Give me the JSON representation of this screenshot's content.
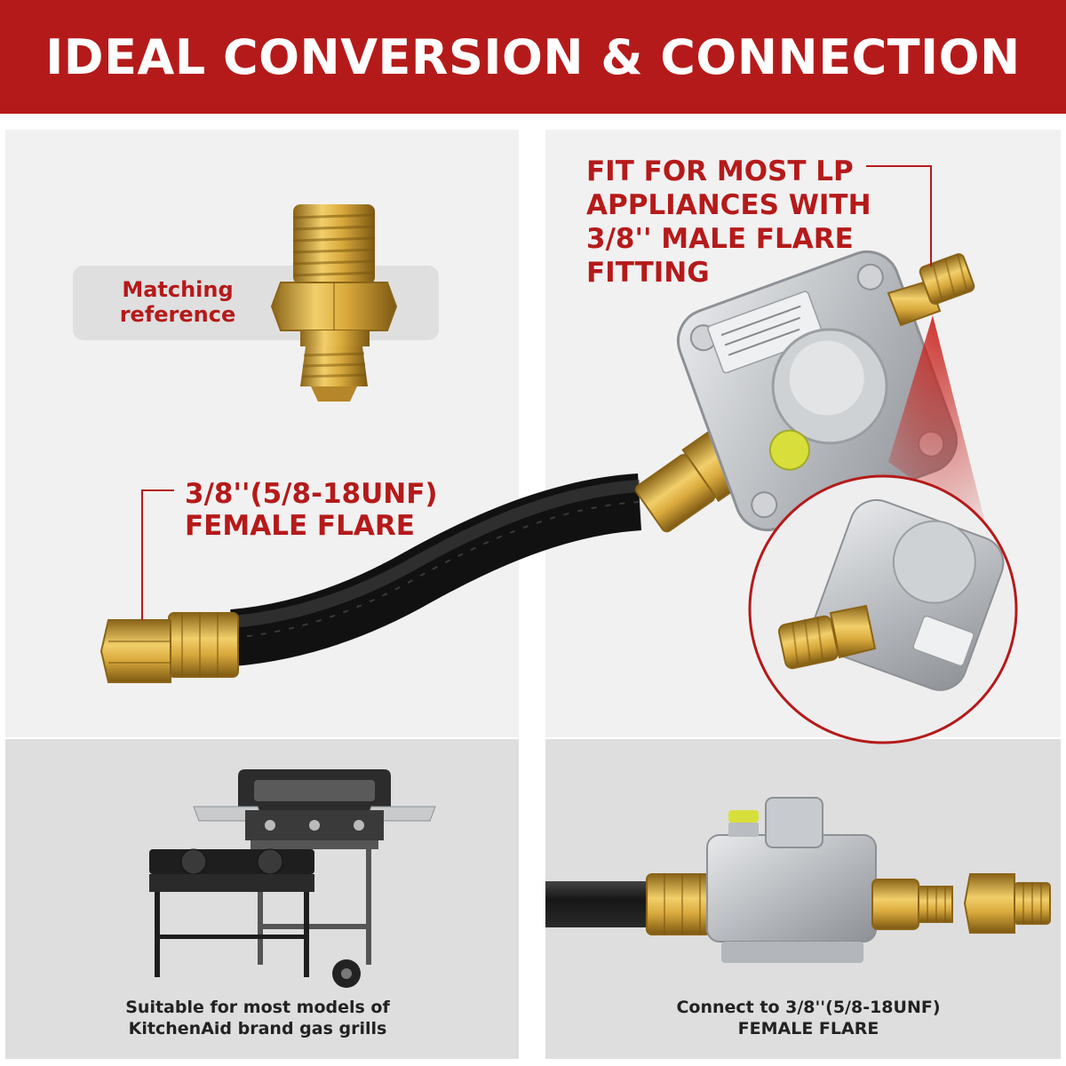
{
  "header": {
    "title": "IDEAL CONVERSION & CONNECTION"
  },
  "matching": {
    "line1": "Matching",
    "line2": "reference"
  },
  "callouts": {
    "left": {
      "line1": "3/8''(5/8-18UNF)",
      "line2": "FEMALE FLARE"
    },
    "right": {
      "line1": "FIT FOR MOST LP",
      "line2": "APPLIANCES WITH",
      "line3": "3/8'' MALE FLARE",
      "line4": "FITTING"
    }
  },
  "captions": {
    "left": {
      "line1": "Suitable for most models of",
      "line2": "KitchenAid brand gas grills"
    },
    "right": {
      "line1": "Connect to 3/8''(5/8-18UNF)",
      "line2": "FEMALE FLARE"
    }
  },
  "colors": {
    "brand_red": "#b51a1a",
    "brass": "#d4a437",
    "hose": "#1c1c1c",
    "regulator": "#bfc2c6",
    "vent_dot": "#d8df3a"
  },
  "icons": [
    "brass-fitting-icon",
    "regulator-icon",
    "hose-icon",
    "grill-icon",
    "burner-stove-icon"
  ]
}
